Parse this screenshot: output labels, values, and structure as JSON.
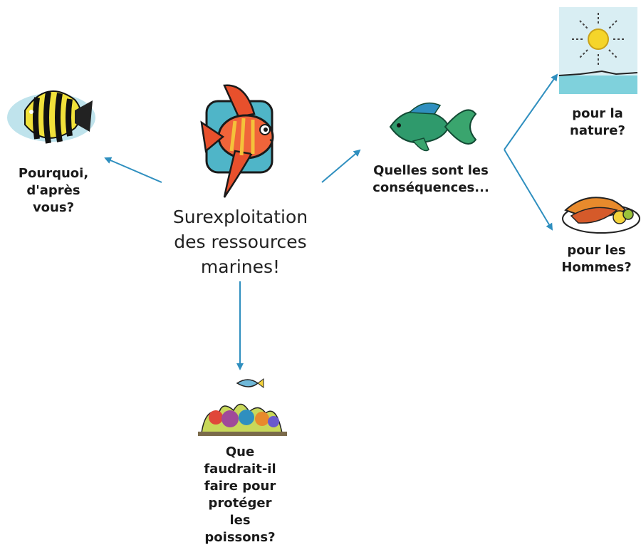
{
  "central": {
    "text": "Surexploitation\ndes ressources\nmarines!",
    "icon": "angelfish-icon"
  },
  "branches": [
    {
      "id": "pourquoi",
      "text": "Pourquoi,\nd'après\nvous?",
      "icon": "striped-fish-icon"
    },
    {
      "id": "consequences",
      "text": "Quelles sont les\nconséquences...",
      "icon": "green-fish-icon"
    },
    {
      "id": "nature",
      "text": "pour la\nnature?",
      "icon": "sun-over-sea-icon"
    },
    {
      "id": "hommes",
      "text": "pour les\nHommes?",
      "icon": "fish-dish-icon"
    },
    {
      "id": "proteger",
      "text": "Que\nfaudrait-il\nfaire pour\nprotéger\nles\npoissons?",
      "icon": "coral-reef-icon"
    }
  ],
  "colors": {
    "arrow": "#2f8fbf",
    "text": "#1a1a1a"
  }
}
